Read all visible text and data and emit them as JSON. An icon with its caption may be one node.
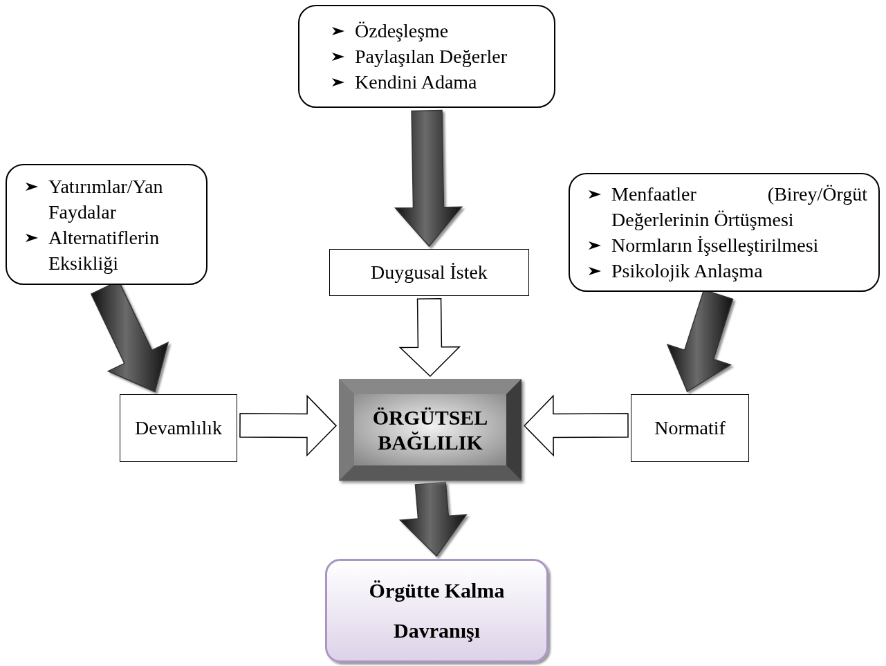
{
  "diagram": {
    "nodes": [
      {
        "text": [
          "Özdeşleşme",
          "Paylaşılan Değerler",
          "Kendini Adama"
        ]
      },
      {
        "text": [
          "Yatırımlar/Yan Faydalar",
          "Alternatiflerin Eksikliği"
        ]
      },
      {
        "text": [
          "Menfaatler (Birey/Örgüt Değerlerinin Örtüşmesi",
          "Normların İşselleştirilmesi",
          "Psikolojik Anlaşma"
        ]
      },
      {
        "text": [
          "Duygusal İstek"
        ]
      },
      {
        "text": [
          "Devamlılık"
        ]
      },
      {
        "text": [
          "Normatif"
        ]
      },
      {
        "text": [
          "ÖRGÜTSEL BAĞLILIK"
        ]
      },
      {
        "text": [
          "Örgütte Kalma Davranışı"
        ]
      }
    ],
    "edges": [
      {
        "from": 0,
        "to": 3,
        "arrow": "to"
      },
      {
        "from": 1,
        "to": 4,
        "arrow": "to"
      },
      {
        "from": 2,
        "to": 5,
        "arrow": "to"
      },
      {
        "from": 3,
        "to": 6,
        "arrow": "to"
      },
      {
        "from": 4,
        "to": 6,
        "arrow": "to"
      },
      {
        "from": 5,
        "to": 6,
        "arrow": "to"
      },
      {
        "from": 6,
        "to": 7,
        "arrow": "to"
      }
    ]
  }
}
